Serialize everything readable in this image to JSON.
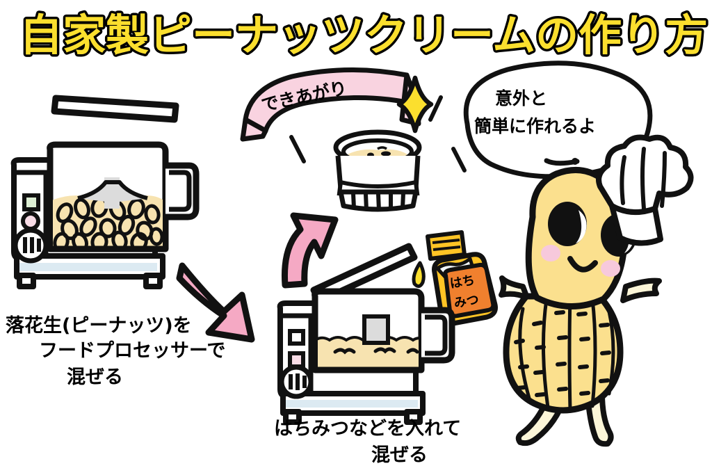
{
  "illustration": {
    "title": "自家製ピーナッツクリームの作り方",
    "background_color": "#FFFFFF",
    "ink_color": "#000000",
    "palette": {
      "title_yellow": "#FBDF2E",
      "peanut_yellow": "#FBE08E",
      "peanut_light": "#F7E3B0",
      "pink": "#F5A9C4",
      "pink_pale": "#F9D3E0",
      "blush": "#F7C9DC",
      "honey_orange": "#F0802E",
      "honey_yellow": "#FFC425",
      "blade_gray": "#DCDCDC",
      "base_blue": "#DCEAF2",
      "button_green": "#DDEFD4",
      "button_pink": "#F8DCE6"
    }
  },
  "banner": {
    "text": "できあがり",
    "color": "#F9D3E0"
  },
  "speech_bubble": {
    "line1": "意外と",
    "line2": "簡単に作れるよ"
  },
  "captions": {
    "step1": {
      "line1": "落花生(ピーナッツ)を",
      "line2": "フードプロセッサーで",
      "line3": "混ぜる"
    },
    "step2": {
      "line1": "はちみつなどを入れて",
      "line2": "混ぜる"
    }
  },
  "honey_jar": {
    "label_line1": "はち",
    "label_line2": "みつ"
  },
  "objects": {
    "processor_step1": "food-processor-with-peanuts",
    "processor_step2": "food-processor-with-cream",
    "finished_jar": "jar-of-peanut-cream",
    "mascot": "peanut-chef-character",
    "sparkle": "sparkle-star",
    "arrow_down": "pink-arrow-down-right",
    "arrow_up": "pink-arrow-up-right"
  }
}
